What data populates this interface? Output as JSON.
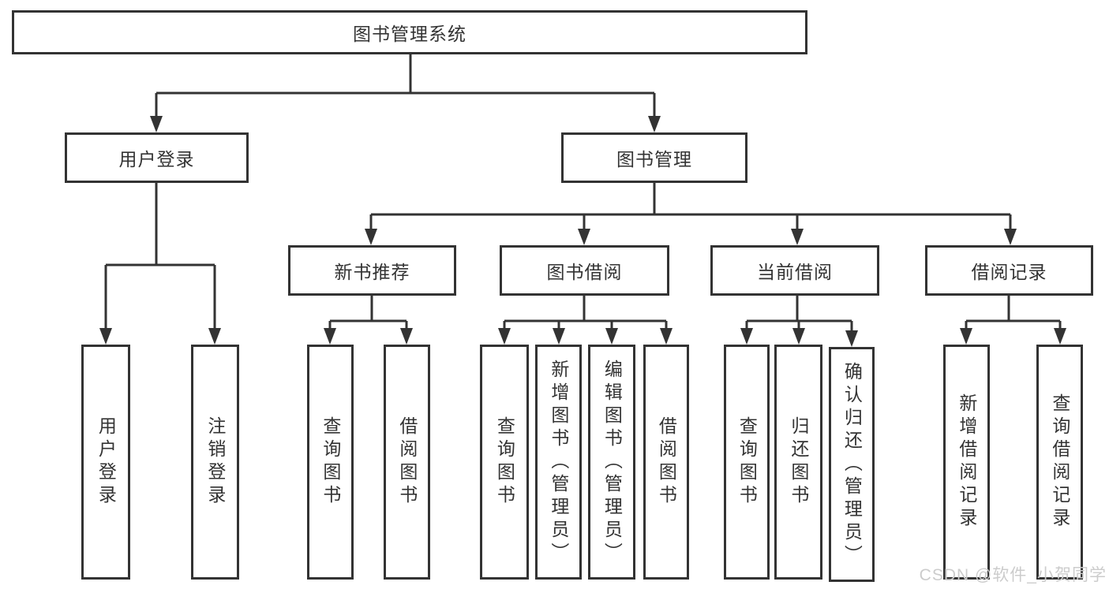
{
  "diagram_title": "图书管理系统",
  "tree": {
    "label": "图书管理系统",
    "children": [
      {
        "label": "用户登录",
        "children": [
          {
            "label": "用户登录"
          },
          {
            "label": "注销登录"
          }
        ]
      },
      {
        "label": "图书管理",
        "children": [
          {
            "label": "新书推荐",
            "children": [
              {
                "label": "查询图书"
              },
              {
                "label": "借阅图书"
              }
            ]
          },
          {
            "label": "图书借阅",
            "children": [
              {
                "label": "查询图书"
              },
              {
                "label": "新增图书（管理员）"
              },
              {
                "label": "编辑图书（管理员）"
              },
              {
                "label": "借阅图书"
              }
            ]
          },
          {
            "label": "当前借阅",
            "children": [
              {
                "label": "查询图书"
              },
              {
                "label": "归还图书"
              },
              {
                "label": "确认归还（管理员）"
              }
            ]
          },
          {
            "label": "借阅记录",
            "children": [
              {
                "label": "新增借阅记录"
              },
              {
                "label": "查询借阅记录"
              }
            ]
          }
        ]
      }
    ]
  },
  "watermark": {
    "text": "CSDN @软件_小贺同学"
  },
  "colors": {
    "line_color": "#333333",
    "text_color": "#333333",
    "bg_color": "#ffffff",
    "watermark_color": "#cccccc"
  }
}
